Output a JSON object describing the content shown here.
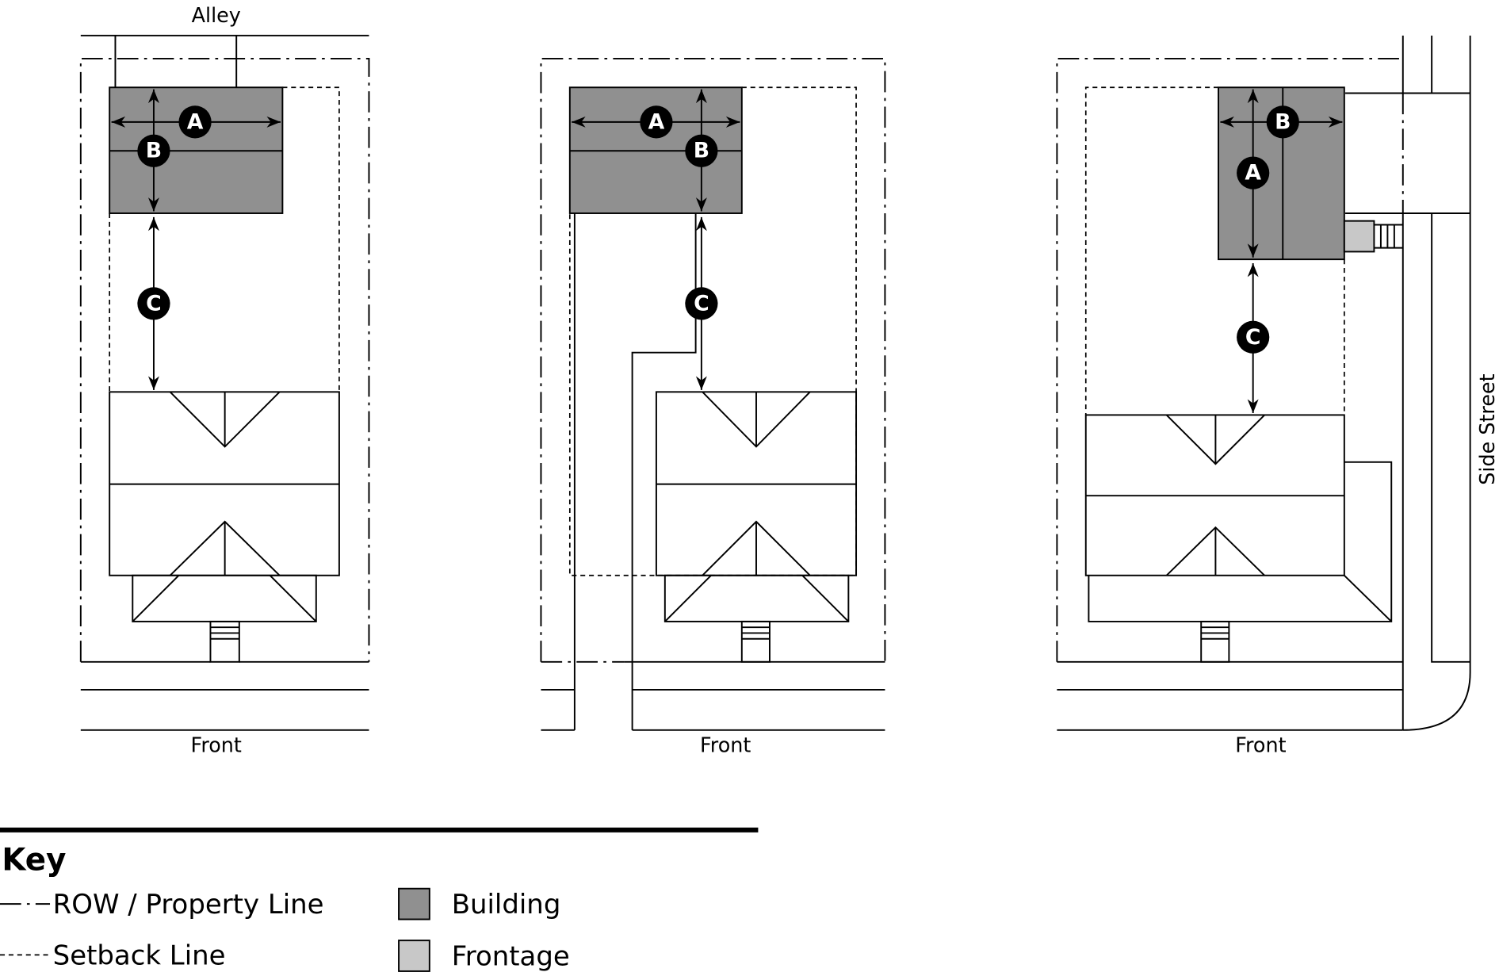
{
  "labels": {
    "alley": "Alley",
    "front": "Front",
    "side_street": "Side Street"
  },
  "callouts": {
    "a": "A",
    "b": "B",
    "c": "C"
  },
  "key": {
    "title": "Key",
    "items": [
      {
        "label": "ROW / Property Line",
        "style": "dash-dot"
      },
      {
        "label": "Setback Line",
        "style": "dashed"
      },
      {
        "label": "Building",
        "color": "#909090"
      },
      {
        "label": "Frontage",
        "color": "#c8c8c8"
      }
    ]
  }
}
